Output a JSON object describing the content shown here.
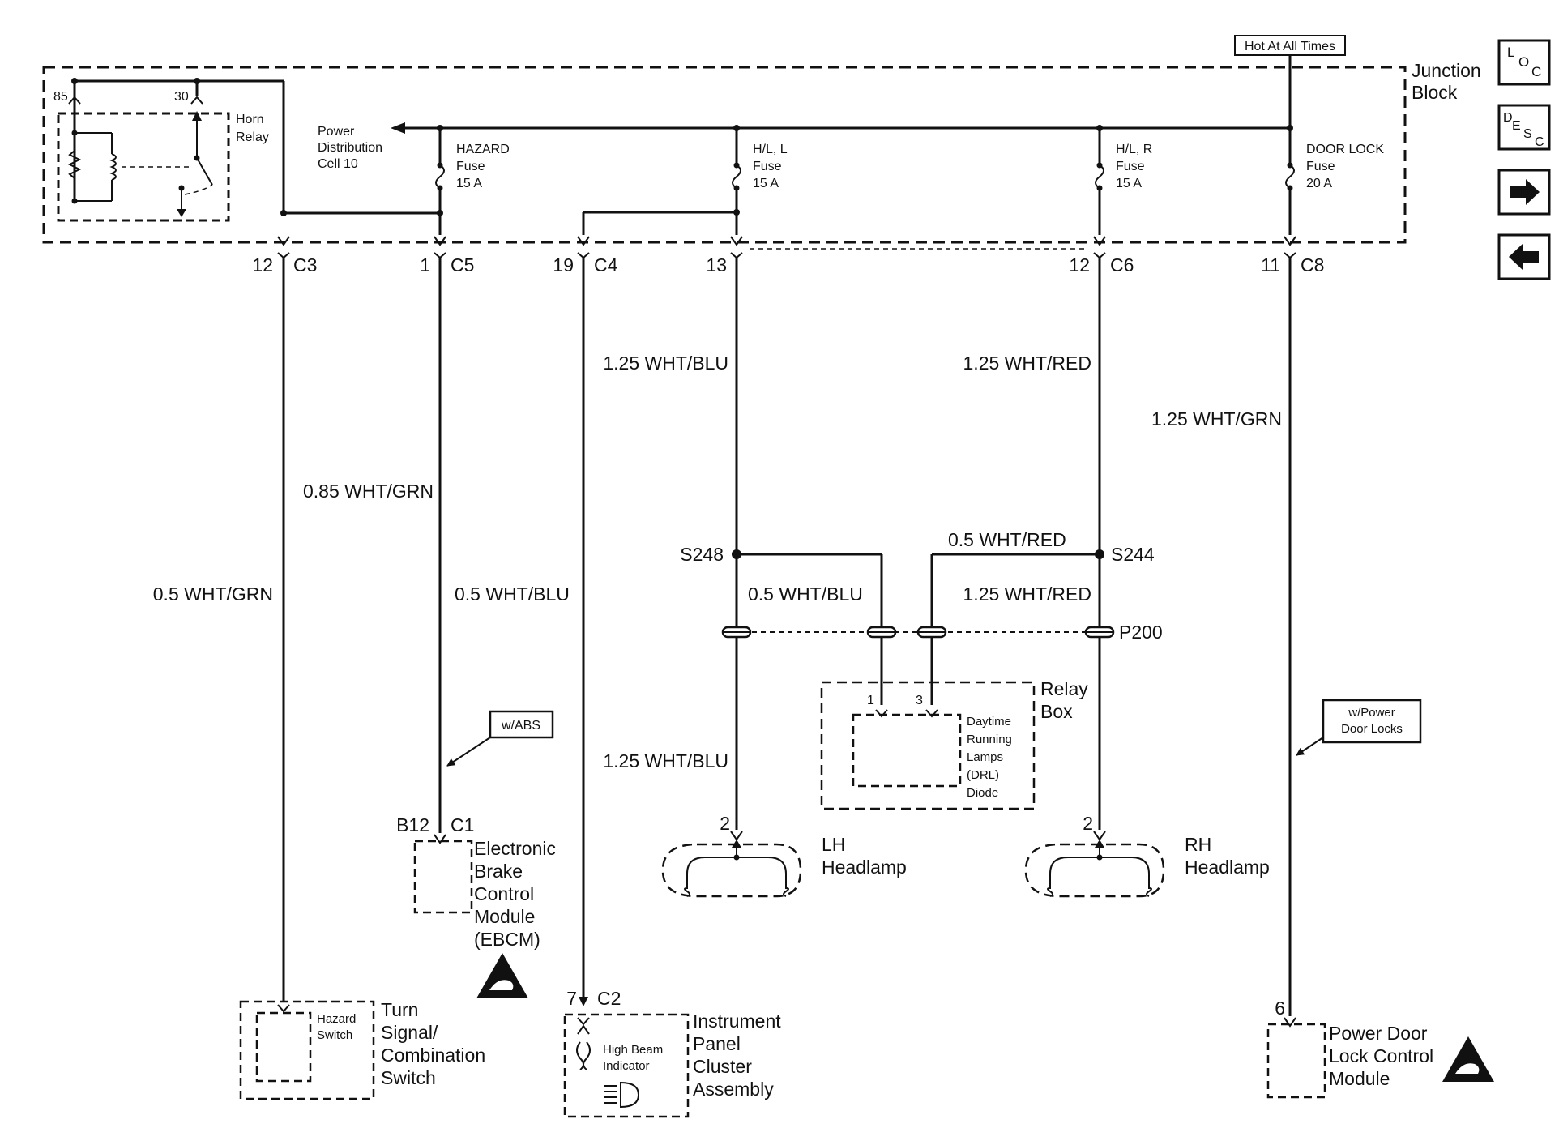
{
  "junction_block": {
    "line1": "Junction",
    "line2": "Block",
    "hot_label": "Hot At All Times"
  },
  "horn_relay": {
    "pin85": "85",
    "pin30": "30",
    "line1": "Horn",
    "line2": "Relay"
  },
  "power_dist": {
    "line1": "Power",
    "line2": "Distribution",
    "line3": "Cell 10"
  },
  "fuses": {
    "hazard": {
      "line1": "HAZARD",
      "line2": "Fuse",
      "line3": "15 A"
    },
    "hl_left": {
      "line1": "H/L, L",
      "line2": "Fuse",
      "line3": "15 A"
    },
    "hl_right": {
      "line1": "H/L, R",
      "line2": "Fuse",
      "line3": "15 A"
    },
    "door_lock": {
      "line1": "DOOR LOCK",
      "line2": "Fuse",
      "line3": "20 A"
    }
  },
  "connectors": {
    "c3": {
      "pin": "12",
      "name": "C3"
    },
    "c5": {
      "pin": "1",
      "name": "C5"
    },
    "c4": {
      "pin": "19",
      "name": "C4"
    },
    "c6_13": {
      "pin": "13"
    },
    "c6": {
      "pin": "12",
      "name": "C6"
    },
    "c8": {
      "pin": "11",
      "name": "C8"
    }
  },
  "wires": {
    "turn": "0.5 WHT/GRN",
    "hazard": "0.85 WHT/GRN",
    "ebcm": "0.5 WHT/BLU",
    "hl_left": "1.25 WHT/BLU",
    "hl_right": "1.25 WHT/RED",
    "door": "1.25 WHT/GRN",
    "drl_left": "0.5 WHT/BLU",
    "drl_right_top": "0.5 WHT/RED",
    "drl_right": "1.25 WHT/RED",
    "lh_lower": "1.25 WHT/BLU"
  },
  "splices": {
    "left": "S248",
    "right": "S244",
    "pass_through": "P200"
  },
  "relay_box": {
    "line1": "Relay",
    "line2": "Box",
    "pin1": "1",
    "pin3": "3",
    "diode": [
      "Daytime",
      "Running",
      "Lamps",
      "(DRL)",
      "Diode"
    ]
  },
  "ebcm": {
    "pin": "B12",
    "conn": "C1",
    "option": "w/ABS",
    "lines": [
      "Electronic",
      "Brake",
      "Control",
      "Module",
      "(EBCM)"
    ]
  },
  "lh_headlamp": {
    "pin": "2",
    "line1": "LH",
    "line2": "Headlamp"
  },
  "rh_headlamp": {
    "pin": "2",
    "line1": "RH",
    "line2": "Headlamp"
  },
  "turn_switch": {
    "sub1": "Hazard",
    "sub2": "Switch",
    "lines": [
      "Turn",
      "Signal/",
      "Combination",
      "Switch"
    ]
  },
  "ipc": {
    "pin": "7",
    "conn": "C2",
    "sub1": "High Beam",
    "sub2": "Indicator",
    "lines": [
      "Instrument",
      "Panel",
      "Cluster",
      "Assembly"
    ]
  },
  "door_module": {
    "pin": "6",
    "option1": "w/Power",
    "option2": "Door Locks",
    "lines": [
      "Power Door",
      "Lock Control",
      "Module"
    ]
  },
  "nav": {
    "loc": [
      "L",
      "O",
      "C"
    ],
    "desc": [
      "D",
      "E",
      "S",
      "C"
    ]
  }
}
